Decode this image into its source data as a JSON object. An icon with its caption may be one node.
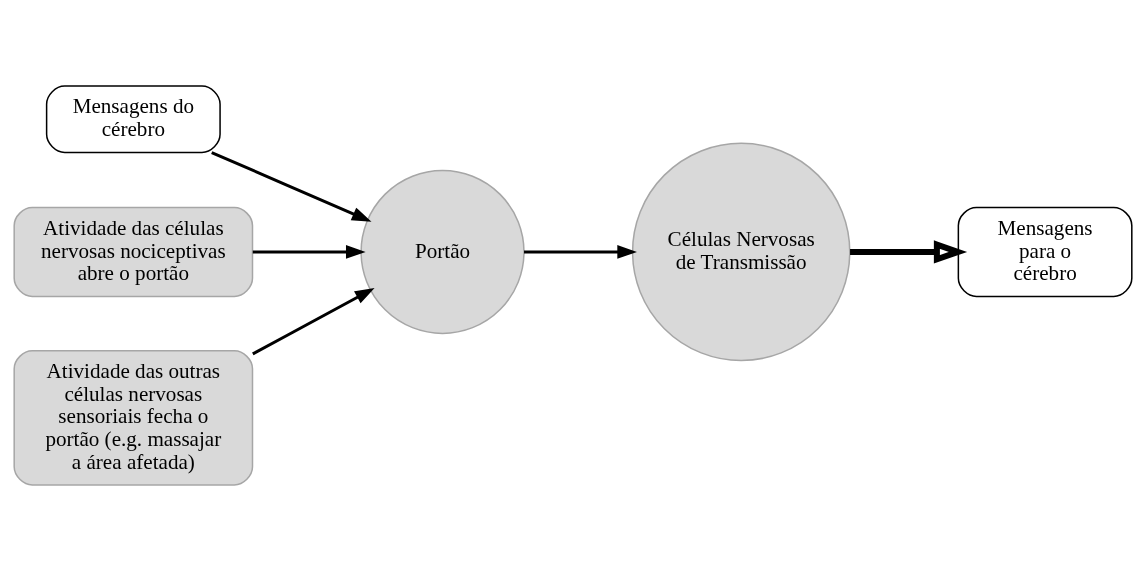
{
  "diagram": {
    "nodes": [
      {
        "text": [
          "Mensagens do cérebro"
        ]
      },
      {
        "text": [
          "Mensagens para o cérebro"
        ]
      },
      {
        "text": [
          "Atividade das células nervosas nociceptivas abre o portão"
        ]
      },
      {
        "text": [
          "Portão"
        ]
      },
      {
        "text": [
          "Atividade das outras células nervosas sensoriais fecha o portão (e.g. massajar a área afetada)"
        ]
      },
      {
        "text": [
          "Células Nervosas de Transmissão"
        ]
      }
    ],
    "edges": [
      {
        "from": 0,
        "to": 3,
        "arrow": "to"
      },
      {
        "from": 2,
        "to": 3,
        "arrow": "to"
      },
      {
        "from": 4,
        "to": 3,
        "arrow": "to"
      },
      {
        "from": 3,
        "to": 5,
        "arrow": "to"
      },
      {
        "from": 5,
        "to": 1,
        "arrow": "to",
        "style": "thick"
      }
    ]
  }
}
